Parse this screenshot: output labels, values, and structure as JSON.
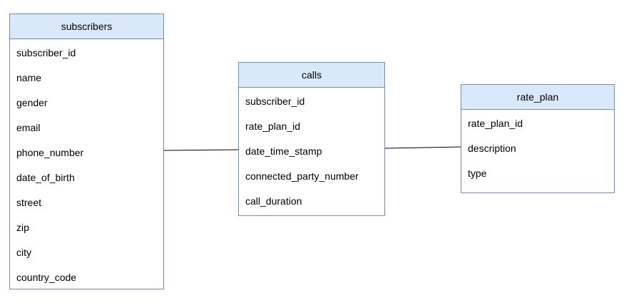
{
  "entities": {
    "subscribers": {
      "title": "subscribers",
      "fields": [
        "subscriber_id",
        "name",
        "gender",
        "email",
        "phone_number",
        "date_of_birth",
        "street",
        "zip",
        "city",
        "country_code"
      ]
    },
    "calls": {
      "title": "calls",
      "fields": [
        "subscriber_id",
        "rate_plan_id",
        "date_time_stamp",
        "connected_party_number",
        "call_duration"
      ]
    },
    "rate_plan": {
      "title": "rate_plan",
      "fields": [
        "rate_plan_id",
        "description",
        "type"
      ]
    }
  },
  "relationships": [
    {
      "from": "subscribers",
      "to": "calls"
    },
    {
      "from": "calls",
      "to": "rate_plan"
    }
  ],
  "colors": {
    "header_fill": "#dae8fc",
    "border": "#6c8ebf",
    "connector": "#000000"
  }
}
